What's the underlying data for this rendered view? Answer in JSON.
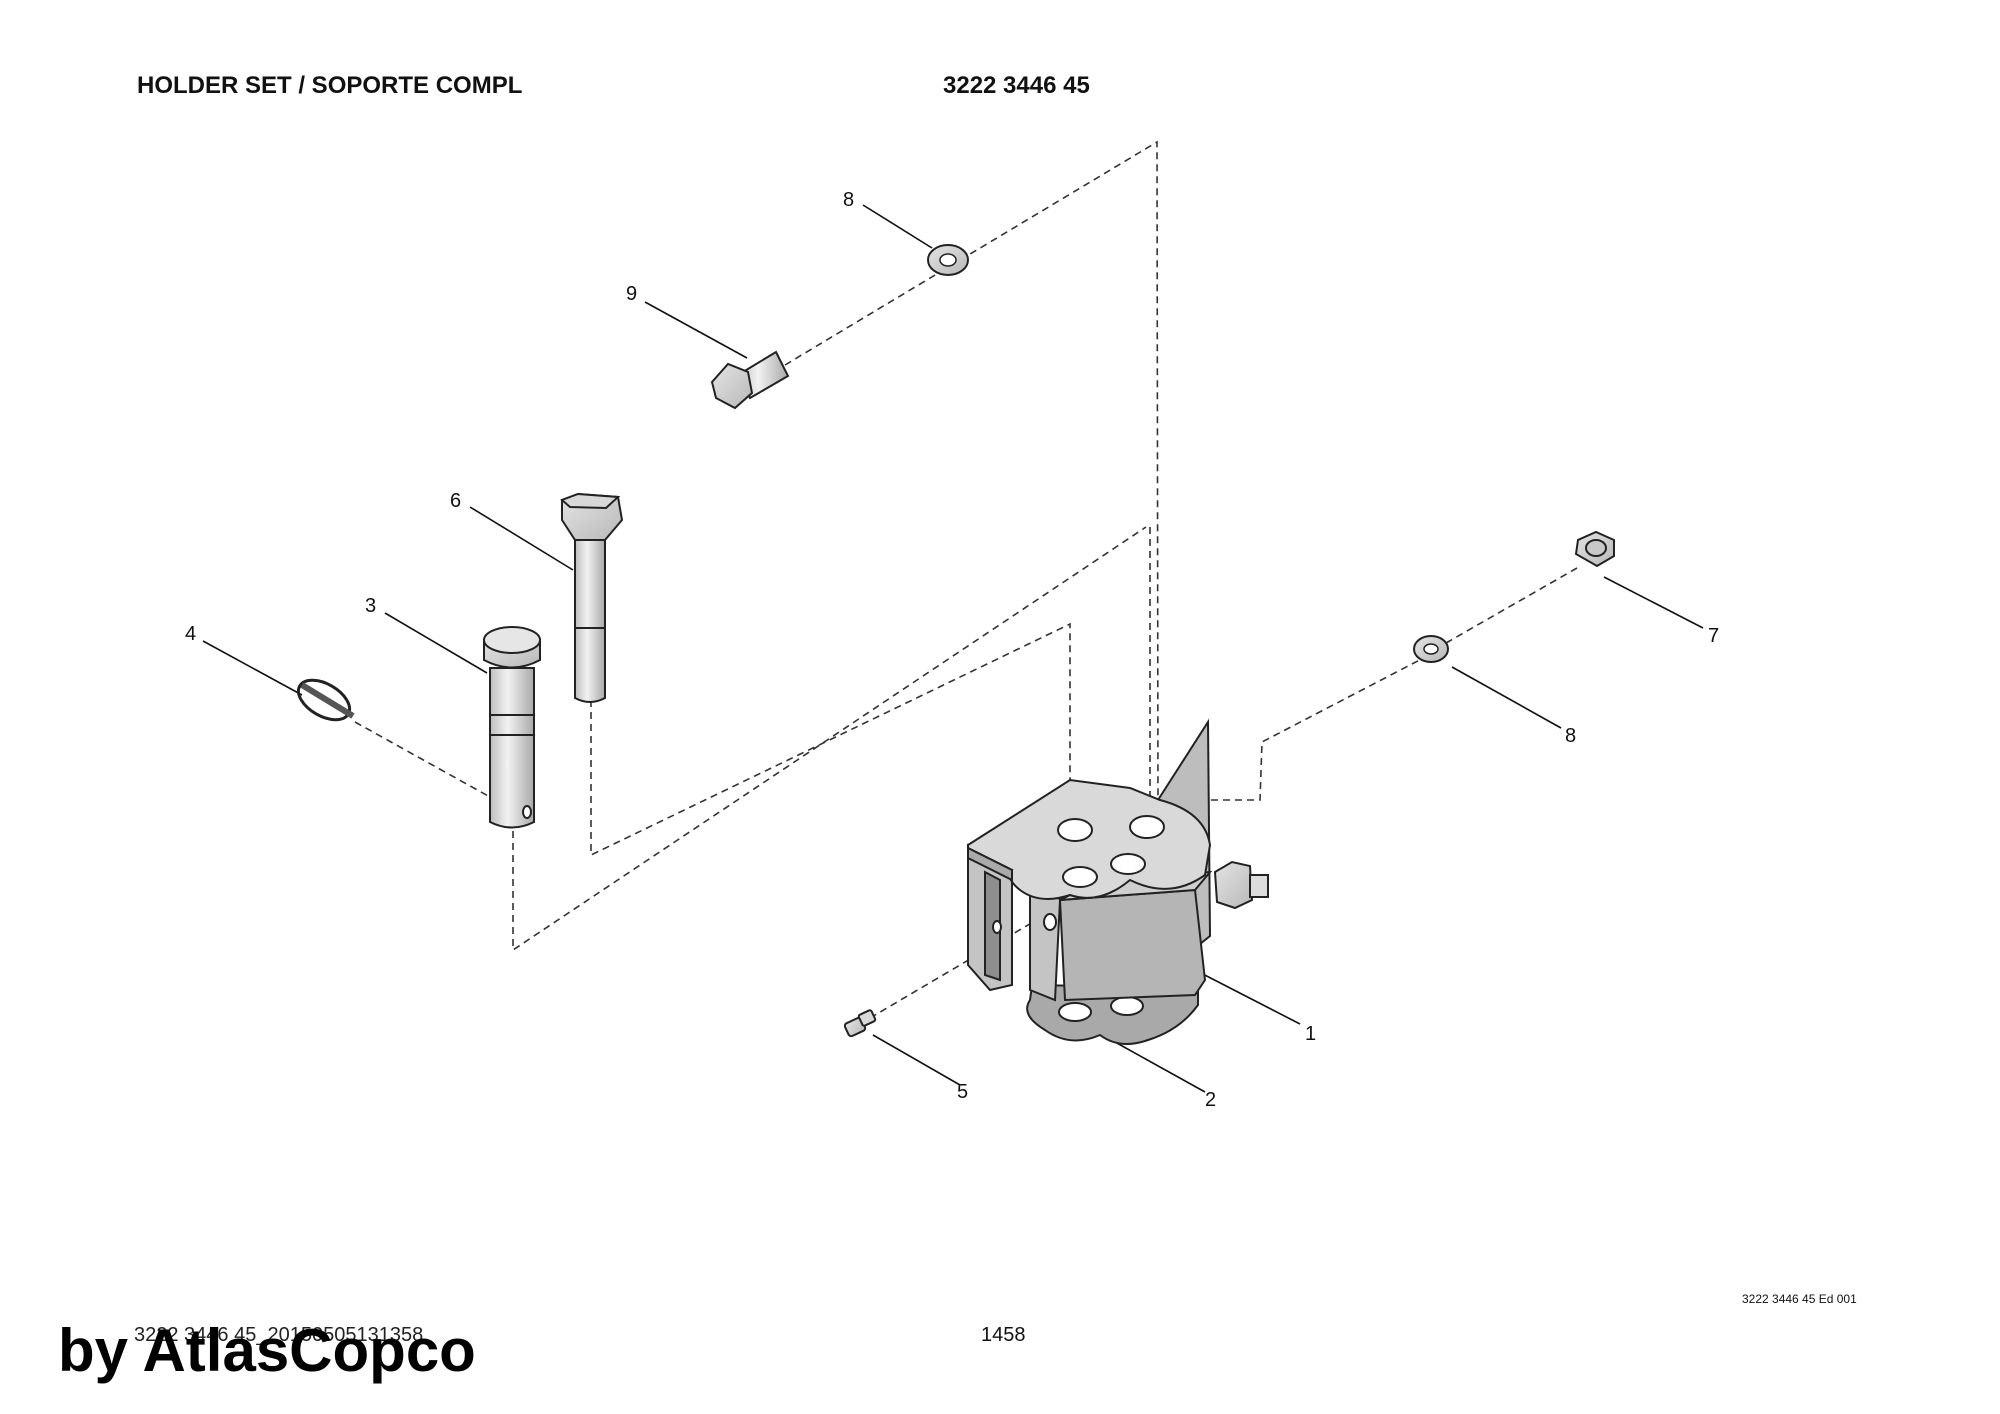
{
  "header": {
    "title": "HOLDER SET / SOPORTE COMPL",
    "part_number": "3222 3446 45"
  },
  "callouts": [
    "8",
    "9",
    "6",
    "3",
    "4",
    "7",
    "8",
    "1",
    "5",
    "2"
  ],
  "footer": {
    "edition": "3222 3446 45 Ed 001",
    "doc_ref": "3222 3446 45_20150505131358",
    "page": "1458",
    "watermark": "by AtlasCopco"
  }
}
